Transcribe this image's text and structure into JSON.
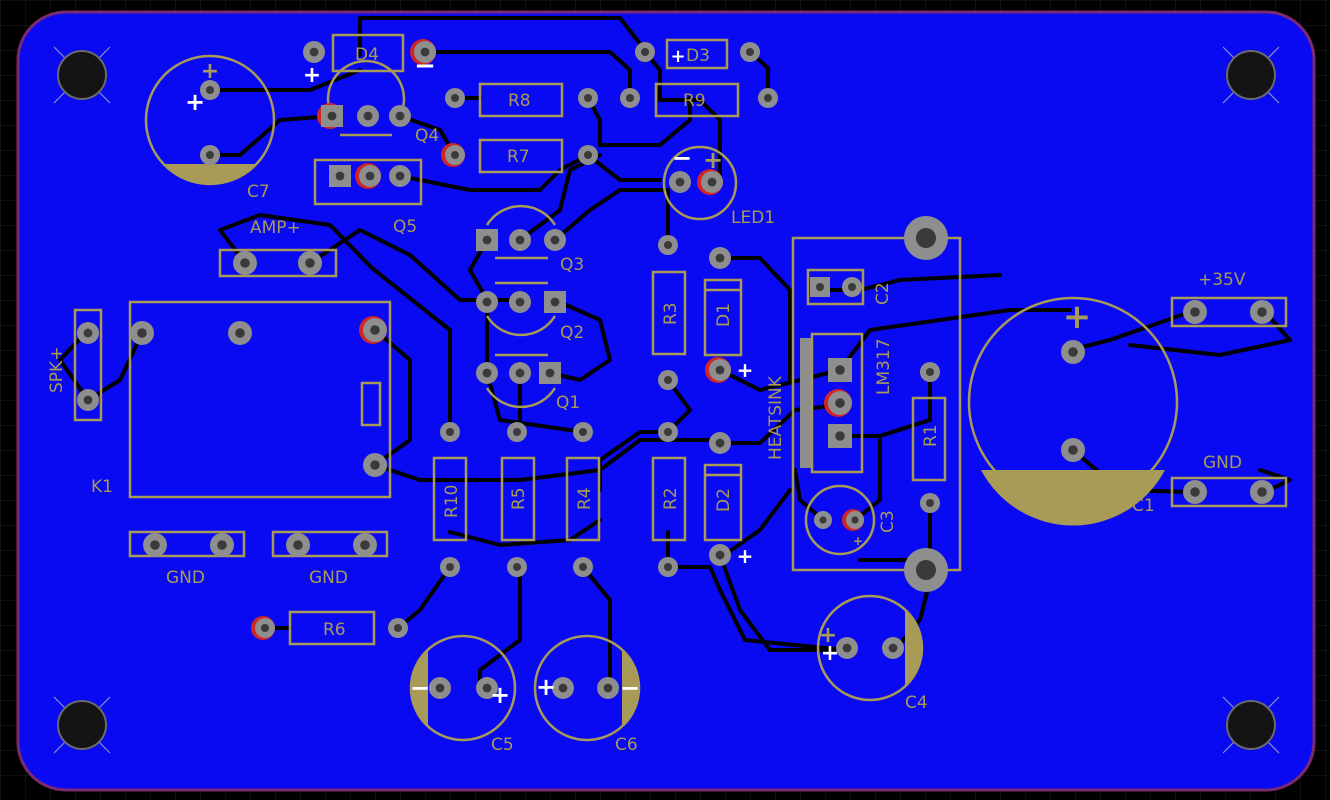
{
  "colors": {
    "board": "#0a0af2",
    "silk": "#a89a57",
    "outline": "#7a2a6e",
    "trace": "#000000",
    "pad": "#8e8e8e",
    "drill": "#3a3a3a",
    "via_ring": "#d02525",
    "mount": "#141414"
  },
  "icons": {
    "mounting_hole": "crosshair-hole-icon",
    "polarity": "plus-minus-icon"
  },
  "labels": {
    "d4": "D4",
    "d3": "D3",
    "r8": "R8",
    "r9": "R9",
    "r7": "R7",
    "q4": "Q4",
    "c7": "C7",
    "q5": "Q5",
    "led1": "LED1",
    "amp_plus": "AMP+",
    "q3": "Q3",
    "q2": "Q2",
    "q1": "Q1",
    "spk_plus": "SPK+",
    "k1": "K1",
    "r3": "R3",
    "d1": "D1",
    "c2": "C2",
    "lm317": "LM317",
    "heatsink": "HEATSINK",
    "plus35v": "+35V",
    "gnd_right": "GND",
    "c1": "C1",
    "r1": "R1",
    "r10": "R10",
    "r5": "R5",
    "r4": "R4",
    "r2": "R2",
    "d2": "D2",
    "c3": "C3",
    "gnd_left1": "GND",
    "gnd_left2": "GND",
    "r6": "R6",
    "c5": "C5",
    "c6": "C6",
    "c4": "C4"
  },
  "polarity": {
    "plus": "+",
    "minus": "−"
  }
}
